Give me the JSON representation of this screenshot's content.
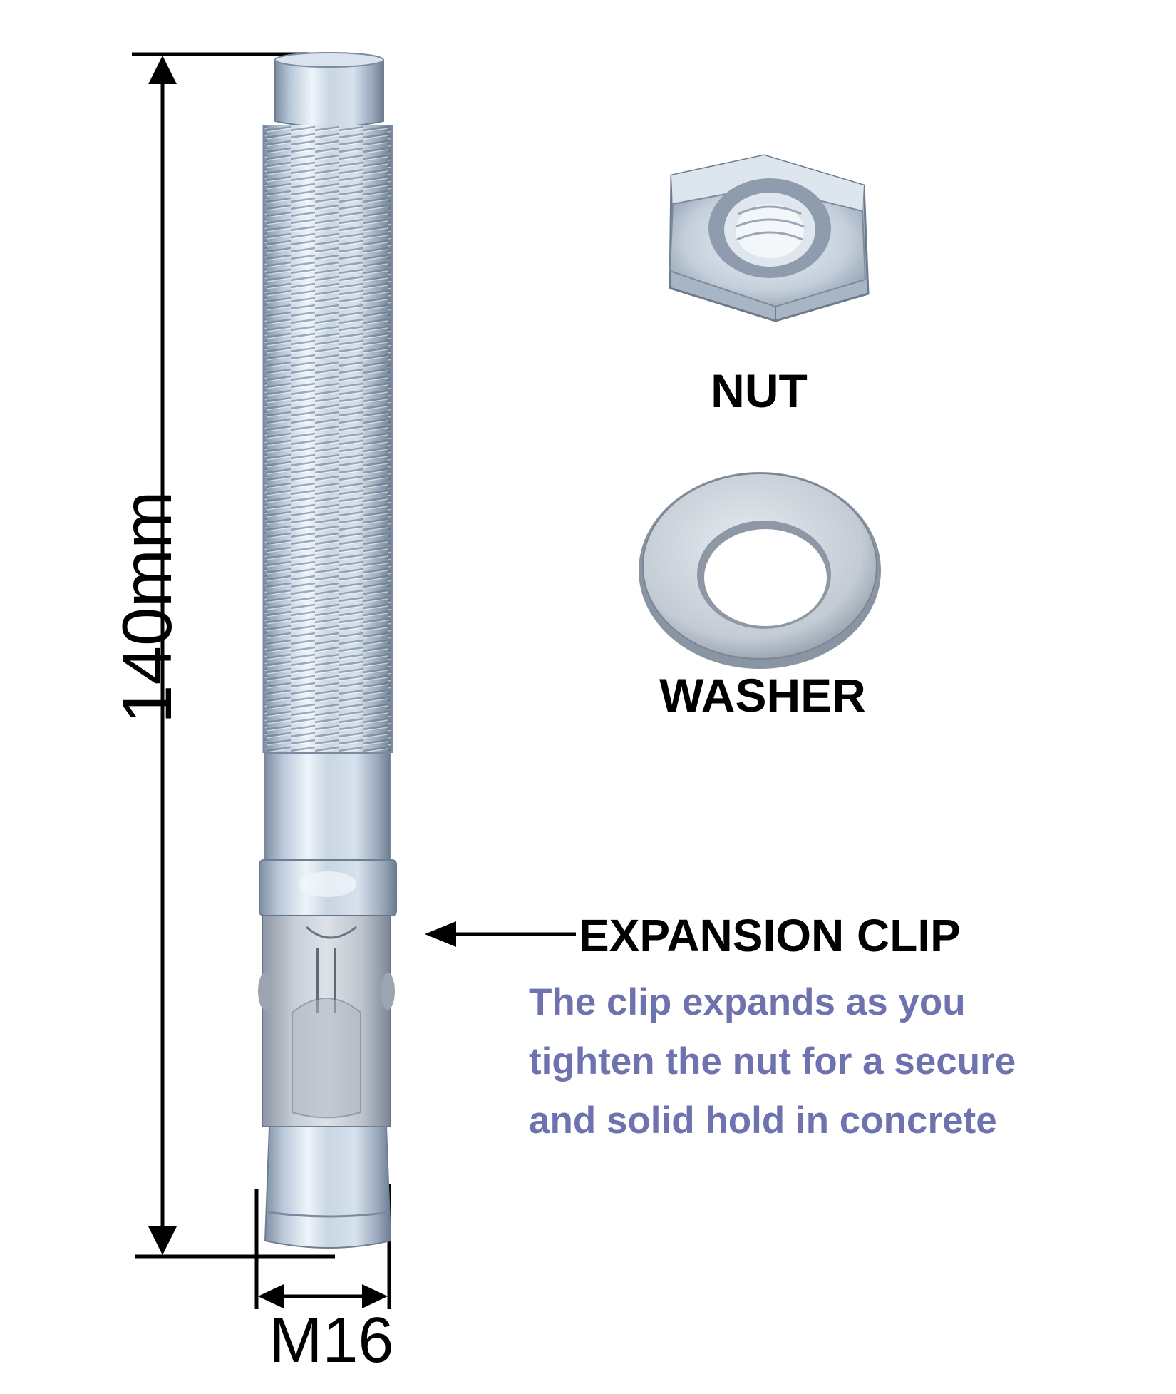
{
  "dimensions": {
    "length": "140mm",
    "diameter": "M16"
  },
  "parts": {
    "nut": "NUT",
    "washer": "WASHER",
    "clip": "EXPANSION CLIP"
  },
  "description": {
    "line1": "The clip expands as you",
    "line2": "tighten the nut for a secure",
    "line3": "and solid hold in concrete"
  },
  "colors": {
    "text": "#000000",
    "description": "#6e72ae",
    "metal": "#c3d2df"
  }
}
